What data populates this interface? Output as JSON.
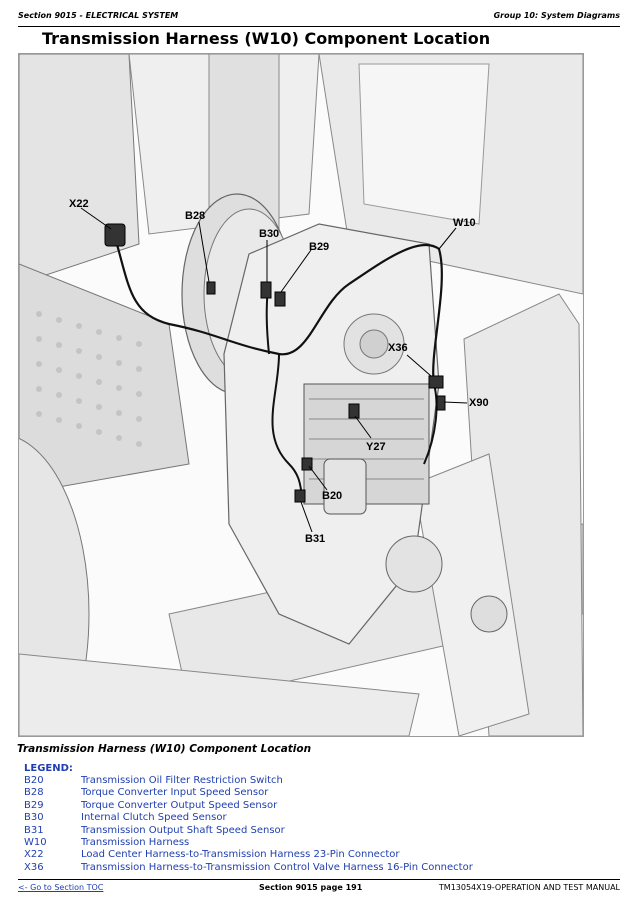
{
  "header": {
    "section": "Section 9015 - ELECTRICAL SYSTEM",
    "group": "Group 10: System Diagrams"
  },
  "title": "Transmission Harness (W10) Component Location",
  "figure_labels": [
    "X22",
    "B28",
    "B30",
    "B29",
    "W10",
    "X36",
    "X90",
    "Y27",
    "B20",
    "B31"
  ],
  "caption": "Transmission Harness (W10) Component Location",
  "legend": {
    "heading": "LEGEND:",
    "items": [
      {
        "code": "B20",
        "desc": "Transmission Oil Filter Restriction Switch"
      },
      {
        "code": "B28",
        "desc": "Torque Converter Input Speed Sensor"
      },
      {
        "code": "B29",
        "desc": "Torque Converter Output Speed Sensor"
      },
      {
        "code": "B30",
        "desc": "Internal Clutch Speed Sensor"
      },
      {
        "code": "B31",
        "desc": "Transmission Output Shaft Speed Sensor"
      },
      {
        "code": "W10",
        "desc": "Transmission Harness"
      },
      {
        "code": "X22",
        "desc": "Load Center Harness-to-Transmission Harness 23-Pin Connector"
      },
      {
        "code": "X36",
        "desc": "Transmission Harness-to-Transmission Control Valve Harness 16-Pin Connector"
      }
    ]
  },
  "footer": {
    "link": "<- Go to Section TOC",
    "page": "Section 9015 page 191",
    "manual": "TM13054X19-OPERATION AND TEST MANUAL"
  }
}
